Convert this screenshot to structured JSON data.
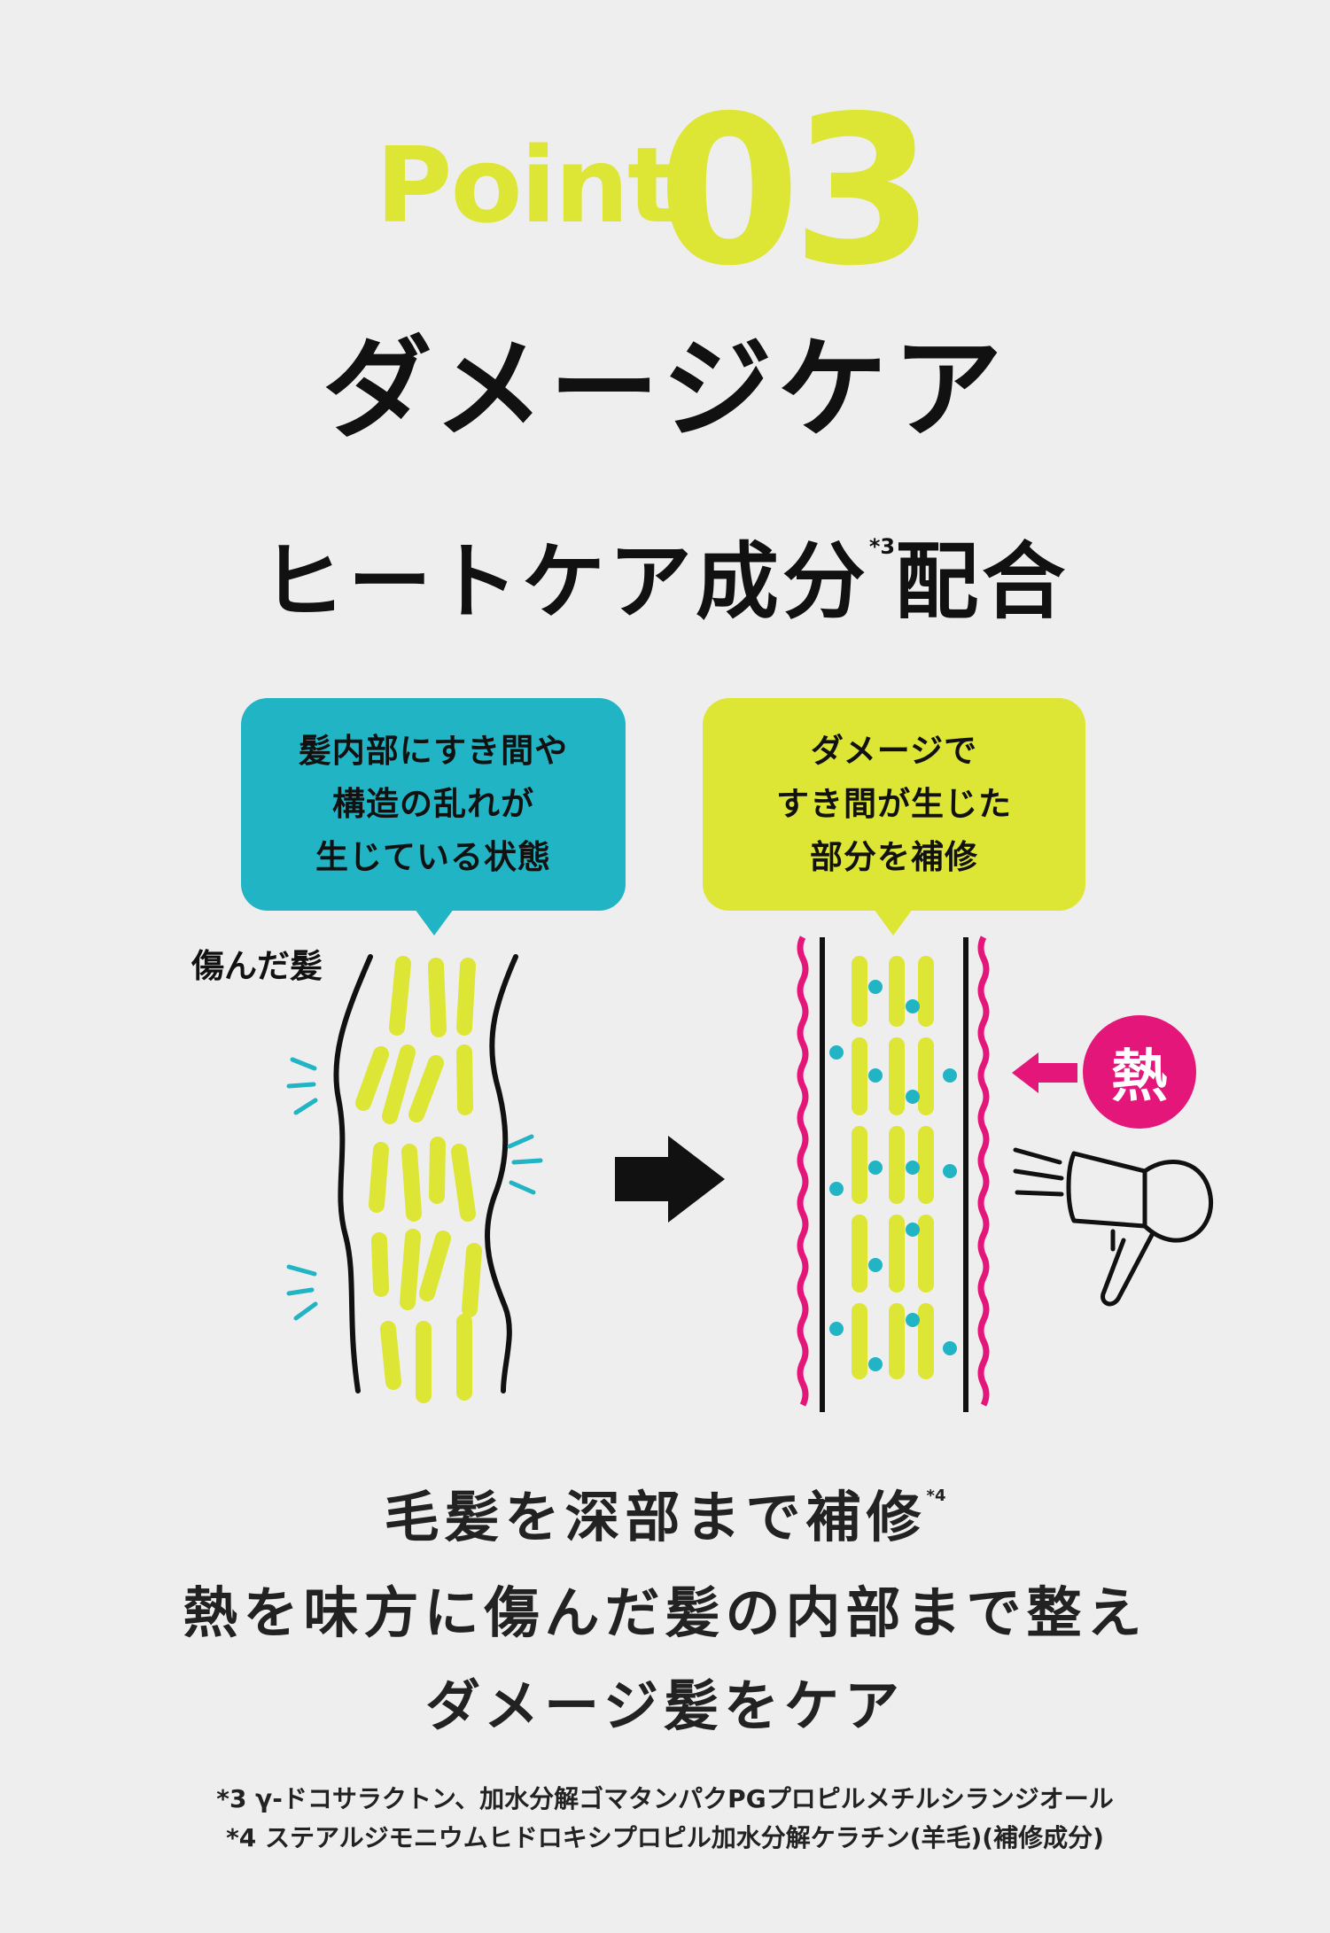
{
  "header": {
    "point_word": "Point",
    "point_number": "03"
  },
  "title": "ダメージケア",
  "subtitle": {
    "text": "ヒートケア成分",
    "note": "*3",
    "suffix": "配合"
  },
  "bubbles": {
    "damaged": {
      "lines": [
        "髪内部にすき間や",
        "構造の乱れが",
        "生じている状態"
      ]
    },
    "repaired": {
      "lines": [
        "ダメージで",
        "すき間が生じた",
        "部分を補修"
      ]
    }
  },
  "labels": {
    "damaged_hair": "傷んだ髪",
    "heat": "熱"
  },
  "main": {
    "line1": "毛髪を深部まで補修",
    "line1_note": "*4",
    "line2": "熱を味方に傷んだ髪の内部まで整え",
    "line3": "ダメージ髪をケア"
  },
  "footnotes": [
    "*3 γ-ドコサラクトン、加水分解ゴマタンパクPGプロピルメチルシランジオール",
    "*4 ステアルジモニウムヒドロキシプロピル加水分解ケラチン(羊毛)(補修成分)"
  ],
  "colors": {
    "accent_yellow": "#dde535",
    "accent_teal": "#21b4c4",
    "accent_pink": "#e5167a",
    "background": "#eeeeee",
    "text": "#111111"
  },
  "icons": [
    "arrow-right-icon",
    "heat-arrow-icon",
    "hair-dryer-icon",
    "damage-spark-icon"
  ]
}
